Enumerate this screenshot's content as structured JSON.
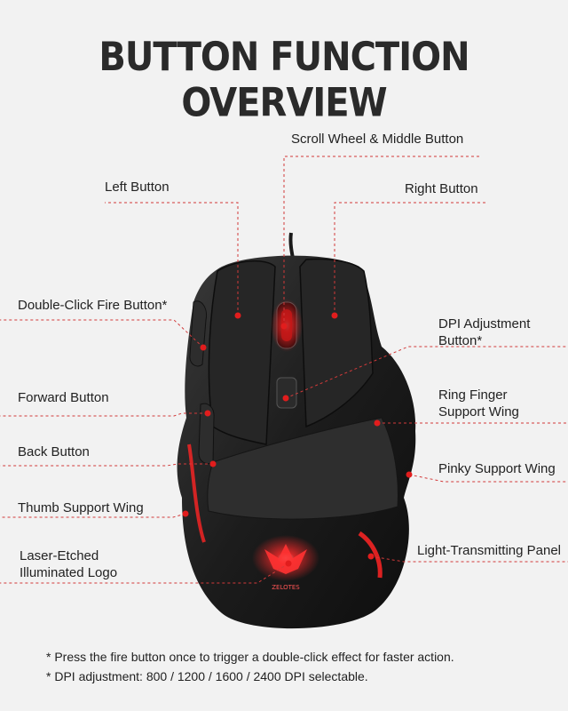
{
  "title": "BUTTON FUNCTION OVERVIEW",
  "labels": {
    "scroll_wheel": "Scroll Wheel & Middle Button",
    "left_button": "Left Button",
    "right_button": "Right Button",
    "double_click": "Double-Click Fire Button*",
    "dpi_line1": "DPI Adjustment",
    "dpi_line2": "Button*",
    "forward": "Forward Button",
    "ring_line1": "Ring Finger",
    "ring_line2": "Support Wing",
    "back": "Back Button",
    "pinky": "Pinky Support Wing",
    "thumb": "Thumb Support Wing",
    "logo_line1": "Laser-Etched",
    "logo_line2": "Illuminated Logo",
    "light_panel": "Light-Transmitting Panel"
  },
  "logo_text": "ZELOTES",
  "footnotes": [
    "* Press the fire button once to trigger a double-click effect for faster action.",
    "* DPI adjustment: 800 / 1200 / 1600 / 2400 DPI selectable."
  ],
  "colors": {
    "leader": "#d23a3a",
    "dot": "#e11d1d",
    "mouse_body": "#1e1e1e",
    "glow": "#ff2a2a",
    "background": "#f2f2f2"
  }
}
